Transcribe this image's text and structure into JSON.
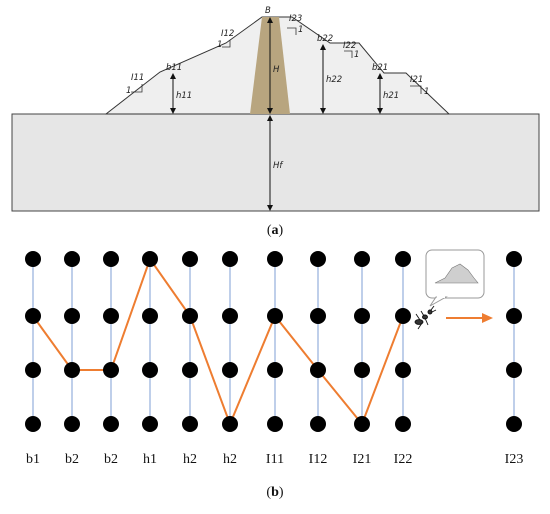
{
  "panel_a": {
    "caption_open": "(",
    "caption_letter": "a",
    "caption_close": ")",
    "labels": {
      "B": "B",
      "H": "H",
      "Hf": "Hf",
      "h11": "h11",
      "h21": "h21",
      "h22": "h22",
      "b11": "b11",
      "b21": "b21",
      "b22": "b22",
      "I11": "I11",
      "I12": "I12",
      "I21": "I21",
      "I22": "I22",
      "I23": "I23",
      "one": "1"
    },
    "colors": {
      "foundation": "#e6e6e6",
      "dam_body": "#efefef",
      "core": "#b8a57f",
      "outline": "#333333"
    }
  },
  "panel_b": {
    "caption_open": "(",
    "caption_letter": "b",
    "caption_close": ")",
    "columns": [
      {
        "label": "b1",
        "path_level": 1
      },
      {
        "label": "b2",
        "path_level": 2
      },
      {
        "label": "b2",
        "path_level": 2
      },
      {
        "label": "h1",
        "path_level": 0
      },
      {
        "label": "h2",
        "path_level": 1
      },
      {
        "label": "h2",
        "path_level": 3
      },
      {
        "label": "I11",
        "path_level": 1
      },
      {
        "label": "I12",
        "path_level": 2
      },
      {
        "label": "I21",
        "path_level": 3
      },
      {
        "label": "I22",
        "path_level": 1
      }
    ],
    "final_column": {
      "label": "I23"
    },
    "levels": 4,
    "icons": [
      "ant-icon",
      "dam-profile-thumbnail-icon",
      "arrow-right-icon"
    ],
    "colors": {
      "path": "#ee7d31",
      "node": "#000000",
      "column_line": "#7f9fd6"
    }
  }
}
